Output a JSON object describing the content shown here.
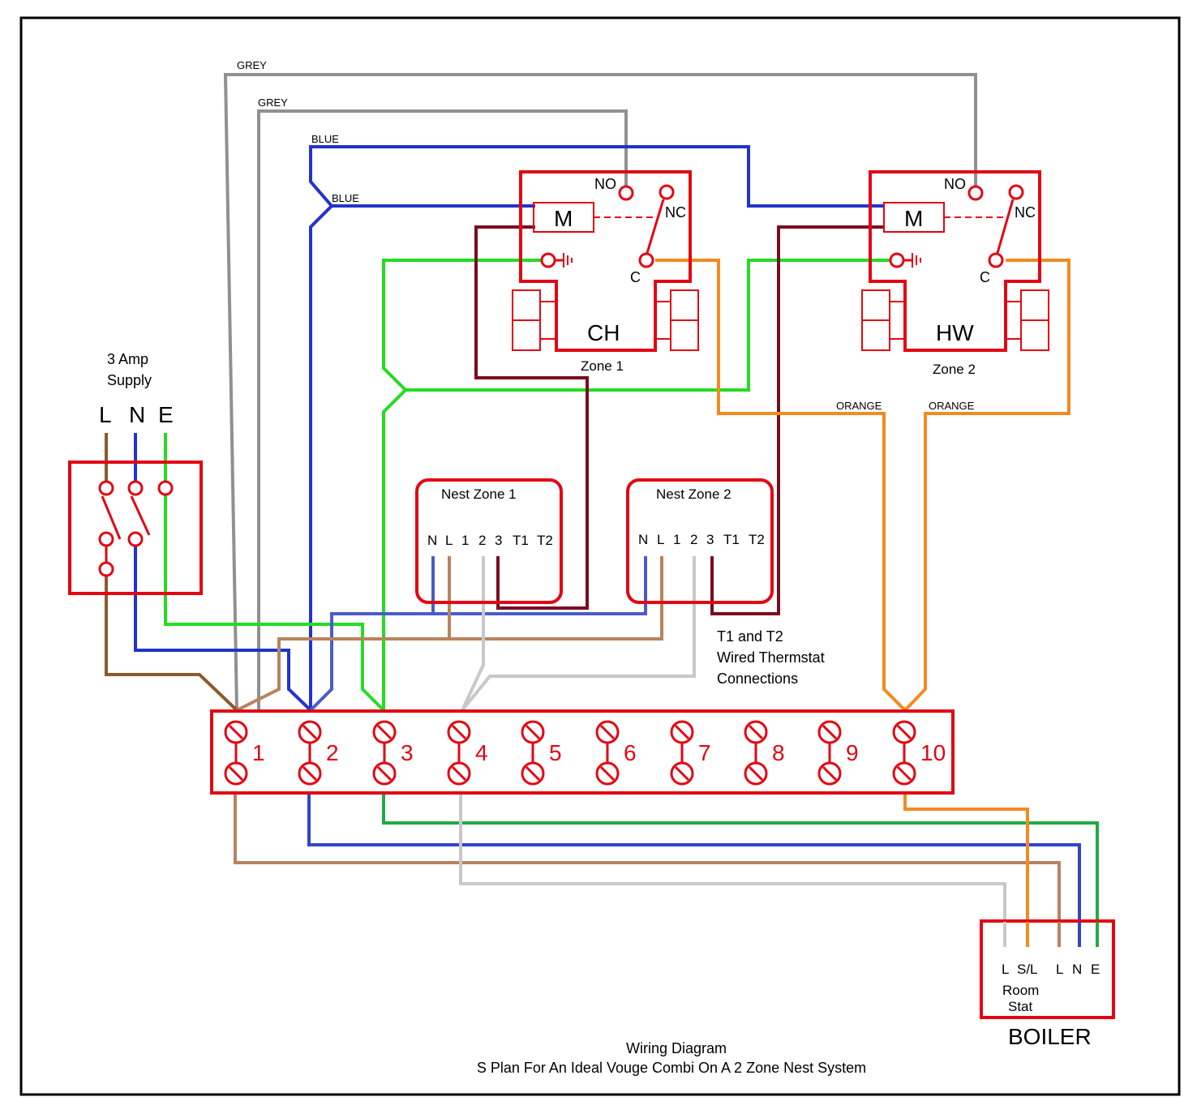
{
  "supply": {
    "title_line1": "3 Amp",
    "title_line2": "Supply",
    "terminals": [
      "L",
      "N",
      "E"
    ]
  },
  "valves": [
    {
      "name": "CH",
      "zone": "Zone 1",
      "motor": "M",
      "no": "NO",
      "nc": "NC",
      "c": "C"
    },
    {
      "name": "HW",
      "zone": "Zone 2",
      "motor": "M",
      "no": "NO",
      "nc": "NC",
      "c": "C"
    }
  ],
  "thermostats": [
    {
      "title": "Nest Zone 1",
      "terminals": [
        "N",
        "L",
        "1",
        "2",
        "3",
        "T1",
        "T2"
      ]
    },
    {
      "title": "Nest Zone 2",
      "terminals": [
        "N",
        "L",
        "1",
        "2",
        "3",
        "T1",
        "T2"
      ]
    }
  ],
  "wire_labels": {
    "grey1": "GREY",
    "grey2": "GREY",
    "blue1": "BLUE",
    "blue2": "BLUE",
    "orange1": "ORANGE",
    "orange2": "ORANGE"
  },
  "note": {
    "line1": "T1 and T2",
    "line2": "Wired Thermstat",
    "line3": "Connections"
  },
  "terminal_strip": [
    "1",
    "2",
    "3",
    "4",
    "5",
    "6",
    "7",
    "8",
    "9",
    "10"
  ],
  "boiler": {
    "title": "BOILER",
    "terminals": [
      "L",
      "S/L",
      "L",
      "N",
      "E"
    ],
    "room_line1": "Room",
    "room_line2": "Stat"
  },
  "caption": {
    "line1": "Wiring Diagram",
    "line2": "S Plan For An Ideal Vouge Combi On A 2 Zone Nest System"
  },
  "colors": {
    "frame": "#e30613",
    "live_brown": "#8b5a2b",
    "neutral_blue": "#2233cc",
    "earth_green": "#22dd22",
    "grey": "#909090",
    "orange": "#f38a20",
    "maroon": "#7a0d1e",
    "light_grey": "#c8c8c8",
    "tan": "#b8835e"
  }
}
